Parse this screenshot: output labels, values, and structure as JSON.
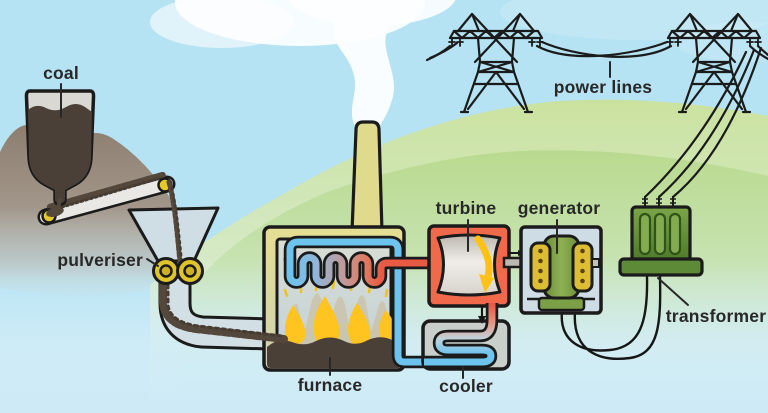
{
  "diagram": {
    "kind": "coal-power-station-process-illustration",
    "components": [
      {
        "id": "coal",
        "label": "coal"
      },
      {
        "id": "pulveriser",
        "label": "pulveriser"
      },
      {
        "id": "furnace",
        "label": "furnace"
      },
      {
        "id": "cooler",
        "label": "cooler"
      },
      {
        "id": "turbine",
        "label": "turbine"
      },
      {
        "id": "generator",
        "label": "generator"
      },
      {
        "id": "power_lines",
        "label": "power lines"
      },
      {
        "id": "transformer",
        "label": "transformer"
      }
    ],
    "colors": {
      "sky": "#b5e3f3",
      "hill_back": "#cae29e",
      "hill_front": "#b9d98c",
      "mountain": "#8a7b6c",
      "coal": "#4b4037",
      "coal_stream": "#54473c",
      "flame": "#ffc41f",
      "hot_pipe": "#e85a42",
      "cold_pipe": "#6cc4ee",
      "furnace_wall": "#e2dc8e",
      "turbine_housing": "#f0694b",
      "machine_light": "#cfdee5",
      "roller_yellow": "#e0c42c",
      "generator_green": "#7ca045",
      "coil_yellow": "#ddbe32",
      "transformer_green": "#5d8a36",
      "wire": "#1b1b1b",
      "label_text": "#282828"
    }
  }
}
